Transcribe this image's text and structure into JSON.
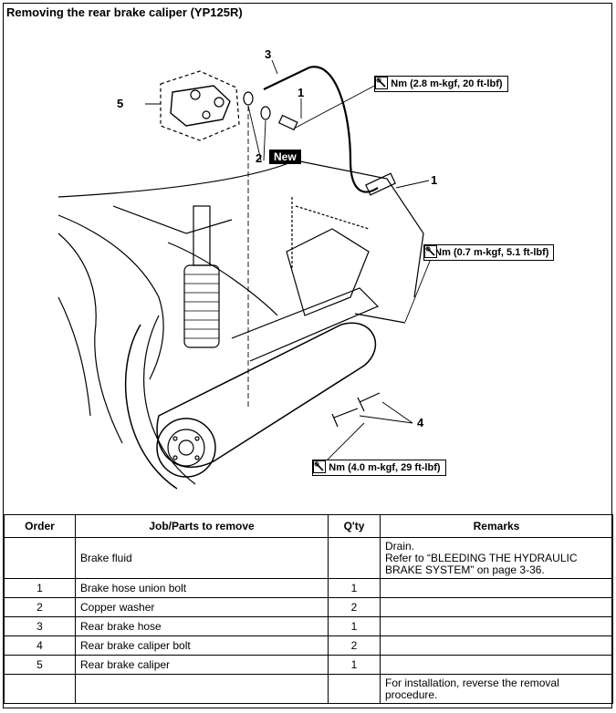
{
  "title": "Removing the rear brake caliper (YP125R)",
  "illustration": {
    "callouts": [
      "3",
      "1",
      "5",
      "2",
      "1",
      "4"
    ],
    "new_badge": "New",
    "torque_specs": [
      "28 Nm (2.8 m-kgf, 20 ft-lbf)",
      "7 Nm (0.7 m-kgf, 5.1 ft-lbf)",
      "40 Nm (4.0 m-kgf, 29 ft-lbf)"
    ],
    "icon": "torque-wrench-icon"
  },
  "table": {
    "headers": [
      "Order",
      "Job/Parts to remove",
      "Q'ty",
      "Remarks"
    ],
    "rows": [
      {
        "order": "",
        "part": "Brake fluid",
        "qty": "",
        "remarks": "Drain.\nRefer to “BLEEDING THE HYDRAULIC BRAKE SYSTEM” on page 3-36."
      },
      {
        "order": "1",
        "part": "Brake hose union bolt",
        "qty": "1",
        "remarks": ""
      },
      {
        "order": "2",
        "part": "Copper washer",
        "qty": "2",
        "remarks": ""
      },
      {
        "order": "3",
        "part": "Rear brake hose",
        "qty": "1",
        "remarks": ""
      },
      {
        "order": "4",
        "part": "Rear brake caliper bolt",
        "qty": "2",
        "remarks": ""
      },
      {
        "order": "5",
        "part": "Rear brake caliper",
        "qty": "1",
        "remarks": ""
      },
      {
        "order": "",
        "part": "",
        "qty": "",
        "remarks": "For installation, reverse the removal procedure."
      }
    ]
  }
}
